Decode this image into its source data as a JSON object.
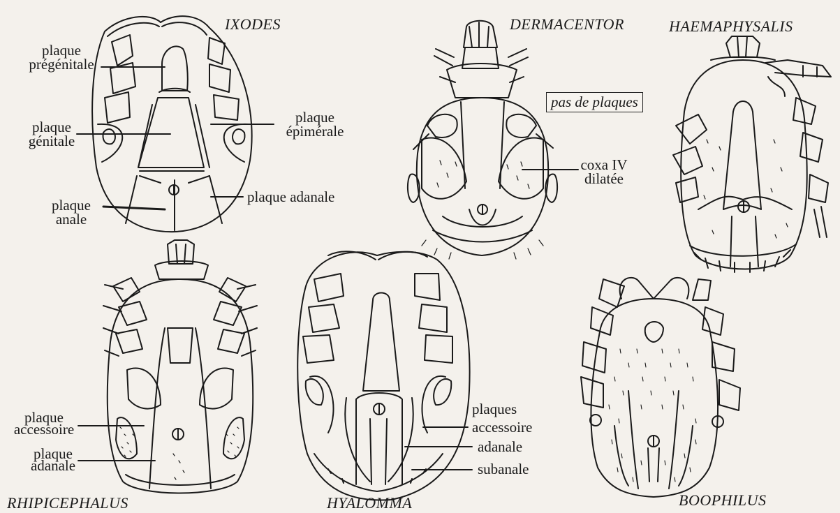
{
  "genera": {
    "ixodes": "IXODES",
    "dermacentor": "DERMACENTOR",
    "haemaphysalis": "HAEMAPHYSALIS",
    "rhipicephalus": "RHIPICEPHALUS",
    "hyalomma": "HYALOMMA",
    "boophilus": "BOOPHILUS"
  },
  "labels": {
    "ixodes": {
      "pregenitale": [
        "plaque",
        "prégénitale"
      ],
      "genitale": [
        "plaque",
        "génitale"
      ],
      "epimerale": [
        "plaque",
        "épimérale"
      ],
      "adanale": "plaque adanale",
      "anale": [
        "plaque",
        "anale"
      ]
    },
    "dermacentor": {
      "no_plates": "pas de plaques",
      "coxa": [
        "coxa IV",
        "dilatée"
      ]
    },
    "rhipicephalus": {
      "accessoire": [
        "plaque",
        "accessoire"
      ],
      "adanale": [
        "plaque",
        "adanale"
      ]
    },
    "hyalomma": {
      "plaques": "plaques",
      "accessoire": "accessoire",
      "adanale": "adanale",
      "subanale": "subanale"
    }
  },
  "colors": {
    "ink": "#1a1a1a",
    "paper": "#f4f1ec"
  }
}
